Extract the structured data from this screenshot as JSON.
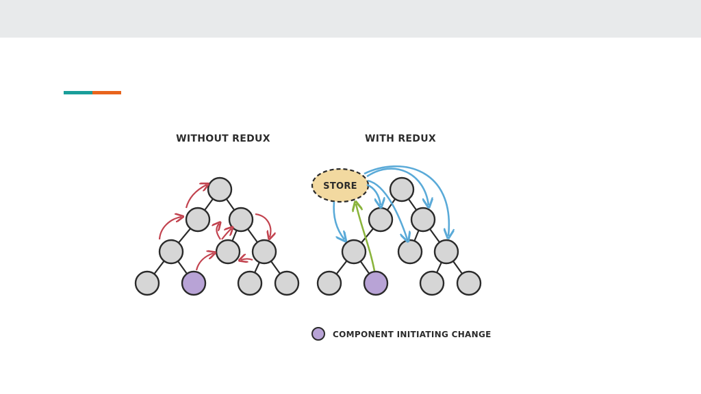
{
  "slide": {
    "accent_colors": [
      "#1a9e9a",
      "#e8641c"
    ]
  },
  "diagram": {
    "left_title": "WITHOUT REDUX",
    "right_title": "WITH REDUX",
    "store_label": "STORE",
    "legend_label": "COMPONENT INITIATING CHANGE",
    "colors": {
      "node": "#d6d6d6",
      "initiating_node": "#b8a3d6",
      "store": "#f2d9a0",
      "red_arrow": "#c2434f",
      "blue_arrow": "#5aaad8",
      "green_arrow": "#8ab43c"
    }
  }
}
